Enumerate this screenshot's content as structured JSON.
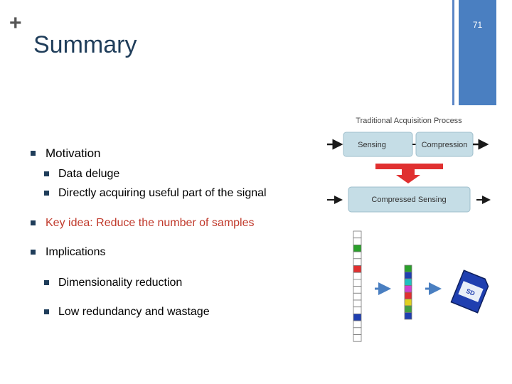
{
  "slide": {
    "plus": "+",
    "title": "Summary",
    "page_number": "71"
  },
  "bullets": [
    {
      "text": "Motivation",
      "level": 1
    },
    {
      "text": "Data deluge",
      "level": 2
    },
    {
      "text": "Directly acquiring useful part of the signal",
      "level": 2
    },
    {
      "text": "Key idea: Reduce the number of samples",
      "level": 1,
      "color": "#c0392b"
    },
    {
      "text": "Implications",
      "level": 1
    },
    {
      "text": "Dimensionality reduction",
      "level": 2
    },
    {
      "text": "Low redundancy and wastage",
      "level": 2
    }
  ],
  "diagram": {
    "traditional_label": "Traditional Acquisition Process",
    "sensing": "Sensing",
    "compression": "Compression",
    "compressed_sensing": "Compressed Sensing",
    "box_color": "#c5dde6",
    "arrow_color": "#e03030",
    "tall_vector_colors": [
      "#ffffff",
      "#ffffff",
      "#2aa02a",
      "#ffffff",
      "#ffffff",
      "#e03030",
      "#ffffff",
      "#ffffff",
      "#ffffff",
      "#ffffff",
      "#ffffff",
      "#ffffff",
      "#1f3fb0",
      "#ffffff",
      "#ffffff",
      "#ffffff"
    ],
    "short_vector_colors": [
      "#2aa02a",
      "#1f3fb0",
      "#20c0c0",
      "#d040d0",
      "#e03030",
      "#e0d020",
      "#40a040",
      "#1f3fb0"
    ],
    "sd_card_label": "SD"
  }
}
